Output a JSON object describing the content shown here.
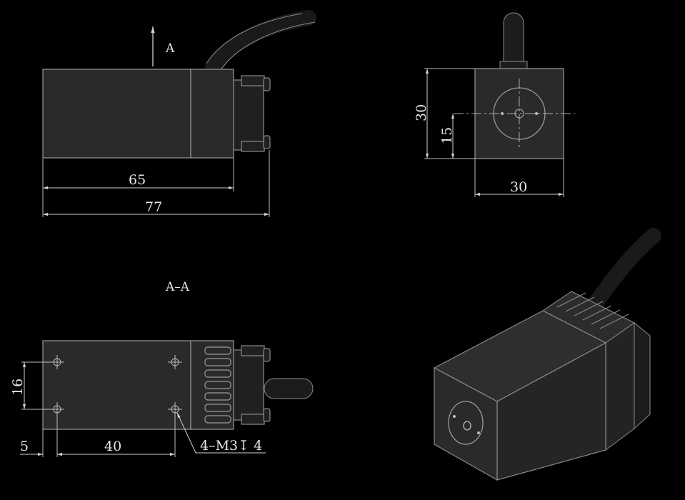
{
  "top_view": {
    "section_marker": "A",
    "dim_inner_length": "65",
    "dim_total_length": "77"
  },
  "front_view": {
    "dim_height": "30",
    "dim_center_height": "15",
    "dim_width": "30"
  },
  "bottom_view": {
    "section_title": "A–A",
    "dim_hole_spacing_vertical": "16",
    "dim_edge_offset": "5",
    "dim_hole_spacing_horizontal": "40",
    "hole_callout": "4–M3↧ 4"
  },
  "iso_view": {}
}
